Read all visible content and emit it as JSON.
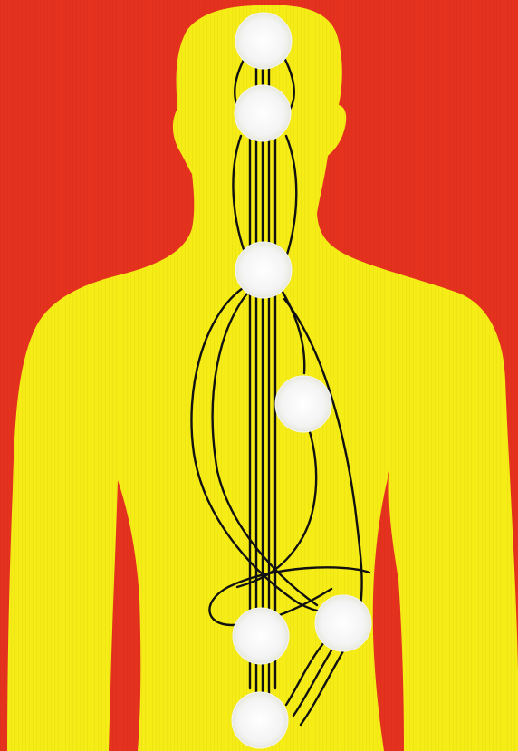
{
  "colors": {
    "background": "#e5321e",
    "figure": "#f6ec16",
    "channel": "#111111",
    "center": "#f4f4f4"
  },
  "diagram": {
    "subject": "human-silhouette-back-view",
    "centers": [
      {
        "name": "crown-center"
      },
      {
        "name": "brow-center"
      },
      {
        "name": "throat-center"
      },
      {
        "name": "heart-center"
      },
      {
        "name": "spleen-center"
      },
      {
        "name": "sacral-center"
      },
      {
        "name": "root-center"
      }
    ],
    "channels": [
      {
        "name": "central-channel"
      },
      {
        "name": "left-channel"
      },
      {
        "name": "right-channel"
      }
    ]
  }
}
